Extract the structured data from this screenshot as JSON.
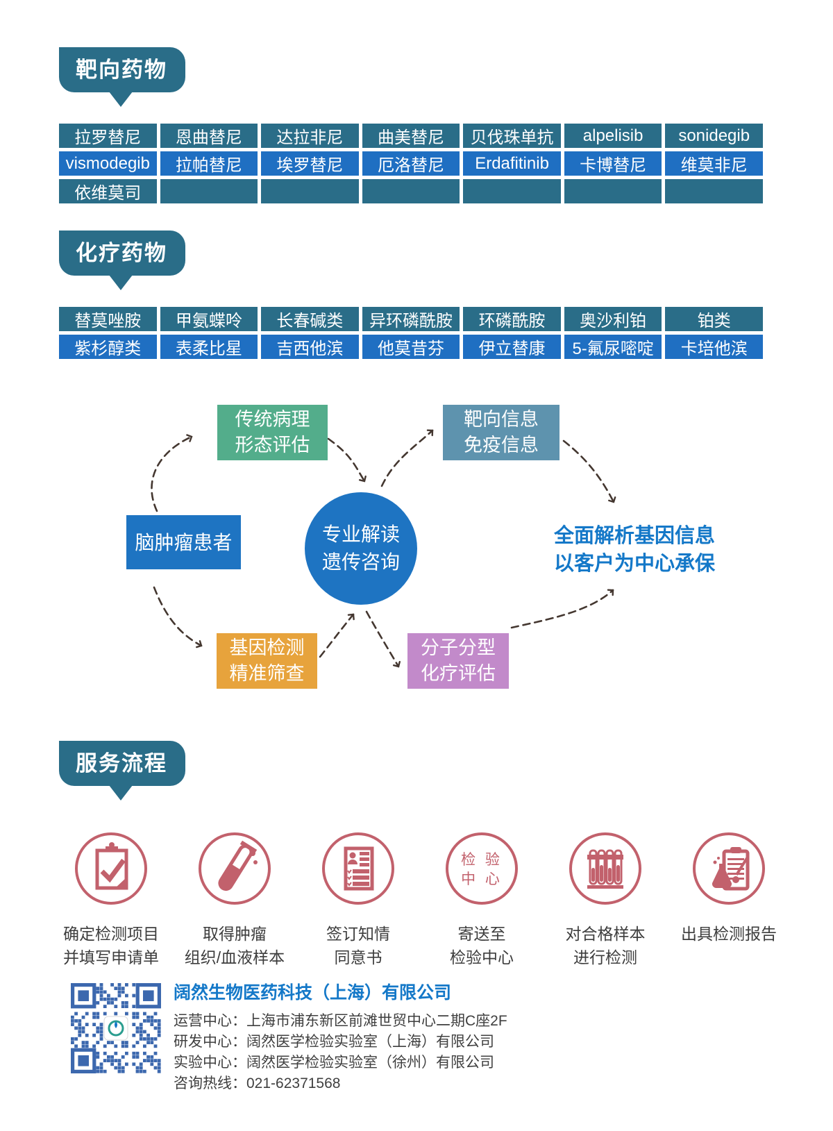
{
  "colors": {
    "teal": "#2a6d88",
    "blue": "#1f6fc2",
    "green": "#53ad8b",
    "steel_blue": "#5e93ae",
    "diagram_blue": "#1e74c2",
    "orange": "#e7a33c",
    "purple": "#c28aca",
    "rose": "#c2616c",
    "accent_text_blue": "#1478c8",
    "qr_blue": "#3c68ae",
    "arrow": "#443730"
  },
  "targeted": {
    "badge": "靶向药物",
    "rows": [
      [
        "拉罗替尼",
        "恩曲替尼",
        "达拉非尼",
        "曲美替尼",
        "贝伐珠单抗",
        "alpelisib",
        "sonidegib"
      ],
      [
        "vismodegib",
        "拉帕替尼",
        "埃罗替尼",
        "厄洛替尼",
        "Erdafitinib",
        "卡博替尼",
        "维莫非尼"
      ],
      [
        "依维莫司",
        "",
        "",
        "",
        "",
        "",
        ""
      ]
    ]
  },
  "chemo": {
    "badge": "化疗药物",
    "rows": [
      [
        "替莫唑胺",
        "甲氨蝶呤",
        "长春碱类",
        "异环磷酰胺",
        "环磷酰胺",
        "奥沙利铂",
        "铂类"
      ],
      [
        "紫杉醇类",
        "表柔比星",
        "吉西他滨",
        "他莫昔芬",
        "伊立替康",
        "5-氟尿嘧啶",
        "卡培他滨"
      ]
    ]
  },
  "diagram": {
    "patient": "脑肿瘤患者",
    "pathology_line1": "传统病理",
    "pathology_line2": "形态评估",
    "target_line1": "靶向信息",
    "target_line2": "免疫信息",
    "center_line1": "专业解读",
    "center_line2": "遗传咨询",
    "gene_line1": "基因检测",
    "gene_line2": "精准筛查",
    "molecular_line1": "分子分型",
    "molecular_line2": "化疗评估",
    "result_line1": "全面解析基因信息",
    "result_line2": "以客户为中心承保"
  },
  "process": {
    "badge": "服务流程",
    "steps": [
      {
        "icon": "clipboard-check-icon",
        "label1": "确定检测项目",
        "label2": "并填写申请单"
      },
      {
        "icon": "blood-tube-icon",
        "label1": "取得肿瘤",
        "label2": "组织/血液样本"
      },
      {
        "icon": "consent-form-icon",
        "label1": "签订知情",
        "label2": "同意书"
      },
      {
        "icon": "test-center-icon",
        "icon_line1": "检 验",
        "icon_line2": "中 心",
        "label1": "寄送至",
        "label2": "检验中心"
      },
      {
        "icon": "tube-rack-icon",
        "label1": "对合格样本",
        "label2": "进行检测"
      },
      {
        "icon": "report-flask-icon",
        "label1": "出具检测报告",
        "label2": ""
      }
    ]
  },
  "footer": {
    "company": "阔然生物医药科技（上海）有限公司",
    "line1": "运营中心：上海市浦东新区前滩世贸中心二期C座2F",
    "line2": "研发中心：阔然医学检验实验室（上海）有限公司",
    "line3": "实验中心：阔然医学检验实验室（徐州）有限公司",
    "line4": "咨询热线：021-62371568"
  }
}
